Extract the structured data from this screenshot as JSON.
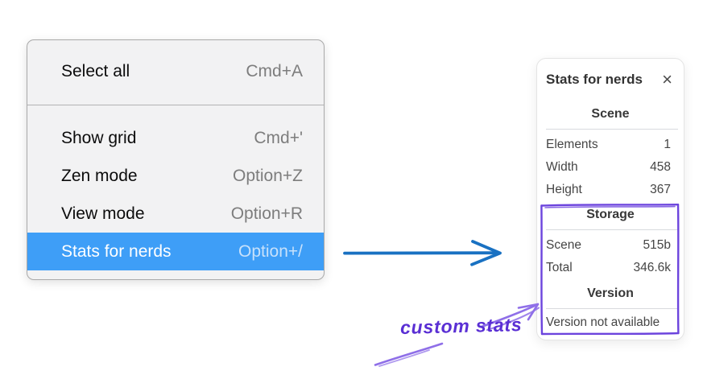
{
  "context_menu": {
    "sections": [
      {
        "items": [
          {
            "label": "Select all",
            "shortcut": "Cmd+A"
          }
        ]
      },
      {
        "items": [
          {
            "label": "Show grid",
            "shortcut": "Cmd+'"
          },
          {
            "label": "Zen mode",
            "shortcut": "Option+Z"
          },
          {
            "label": "View mode",
            "shortcut": "Option+R"
          },
          {
            "label": "Stats for nerds",
            "shortcut": "Option+/"
          }
        ]
      }
    ],
    "highlighted_item": "Stats for nerds",
    "highlight_color": "#3e9ef7"
  },
  "stats_panel": {
    "title": "Stats for nerds",
    "close_glyph": "×",
    "sections": [
      {
        "heading": "Scene",
        "rows": [
          {
            "label": "Elements",
            "value": "1"
          },
          {
            "label": "Width",
            "value": "458"
          },
          {
            "label": "Height",
            "value": "367"
          }
        ]
      },
      {
        "heading": "Storage",
        "rows": [
          {
            "label": "Scene",
            "value": "515b"
          },
          {
            "label": "Total",
            "value": "346.6k"
          }
        ]
      },
      {
        "heading": "Version",
        "note": "Version not available"
      }
    ]
  },
  "annotations": {
    "custom_stats_label": "custom stats",
    "colors": {
      "blue_arrow": "#1971c2",
      "purple_box": "#6c44dd",
      "purple_arrow": "#8f6fe8",
      "purple_text": "#5a2fd4"
    }
  }
}
